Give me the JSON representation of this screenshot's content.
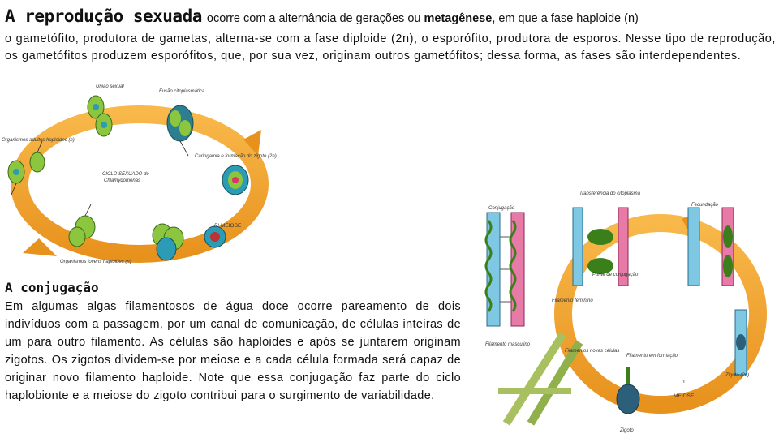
{
  "header": {
    "title_big": "A reprodução sexuada",
    "title_rest_1": "ocorre com a alternância de gerações ou ",
    "title_rest_bold": "metagênese",
    "title_rest_2": ", em que a fase haploide (n)"
  },
  "intro": {
    "text": "o gametófito, produtora de gametas, alterna-se com a fase diploide (2n), o esporófito, produtora de esporos. Nesse tipo de reprodução, os gametófitos produzem esporófitos, que, por sua vez, originam outros gametófitos; dessa forma, as fases são interdependentes."
  },
  "figure1": {
    "labels": {
      "uniao": "União sexual",
      "fusao": "Fusão citoplasmática",
      "organismos": "Organismos adultos haploides (n)",
      "cariogamia": "Cariogamia e formação do zigoto (2n)",
      "ciclo": "CICLO SEXUADO de",
      "ciclo_sp": "Chlamydomonas",
      "meiose": "MEIOSE",
      "r": "R!",
      "jovens": "Organismos jovens haploides (n)"
    }
  },
  "figure2": {
    "labels": {
      "conjugacao": "Conjugação",
      "transferencia": "Transferência do citoplasma",
      "fecundacao": "Fecundação",
      "ponte": "Ponte de conjugação",
      "feminino": "Filamento feminino",
      "masculino": "Filamento masculino",
      "novas": "Filamentos novas células",
      "formacao": "Filamento em formação",
      "zigoto2n": "Zigoto (2n)",
      "meiose": "MEIOSE",
      "zigoto": "Zigoto",
      "n": "n"
    }
  },
  "section": {
    "title": "A conjugação",
    "text": "Em algumas algas filamentosos de água doce ocorre pareamento de dois indivíduos com a passagem, por um canal de comunicação, de células inteiras de um para outro filamento. As células são haploides e após se juntarem originam zigotos. Os zigotos dividem-se por meiose e a cada célula formada será capaz de originar novo filamento haploide. Note que essa conjugação faz parte do ciclo haplobionte e a meiose do zigoto contribui para o surgimento de variabilidade."
  },
  "colors": {
    "arrow_orange": "#f4a623",
    "arrow_dark": "#d98a1a",
    "cell_green": "#8cc63e",
    "cell_teal": "#2c9bb5",
    "filament_blue": "#7ec8e3",
    "filament_pink": "#e87aa8"
  }
}
